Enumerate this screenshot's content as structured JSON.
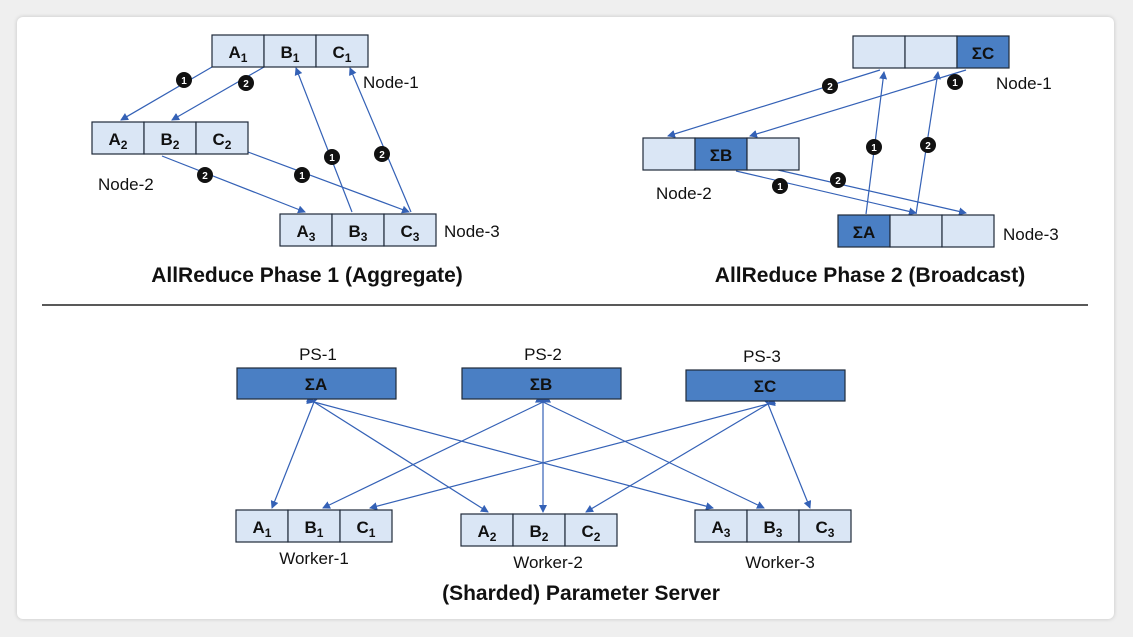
{
  "phase1": {
    "caption": "AllReduce Phase 1 (Aggregate)",
    "node1": {
      "label": "Node-1",
      "cells": [
        {
          "l": "A",
          "s": "1"
        },
        {
          "l": "B",
          "s": "1"
        },
        {
          "l": "C",
          "s": "1"
        }
      ]
    },
    "node2": {
      "label": "Node-2",
      "cells": [
        {
          "l": "A",
          "s": "2"
        },
        {
          "l": "B",
          "s": "2"
        },
        {
          "l": "C",
          "s": "2"
        }
      ]
    },
    "node3": {
      "label": "Node-3",
      "cells": [
        {
          "l": "A",
          "s": "3"
        },
        {
          "l": "B",
          "s": "3"
        },
        {
          "l": "C",
          "s": "3"
        }
      ]
    },
    "badges": [
      "1",
      "2",
      "1",
      "2",
      "2",
      "1"
    ]
  },
  "phase2": {
    "caption": "AllReduce Phase 2 (Broadcast)",
    "node1": {
      "label": "Node-1",
      "cells": [
        "",
        "",
        "ΣC"
      ]
    },
    "node2": {
      "label": "Node-2",
      "cells": [
        "",
        "ΣB",
        ""
      ]
    },
    "node3": {
      "label": "Node-3",
      "cells": [
        "ΣA",
        "",
        ""
      ]
    },
    "badges": [
      "2",
      "1",
      "1",
      "2",
      "1",
      "2"
    ]
  },
  "ps": {
    "caption": "(Sharded) Parameter Server",
    "servers": [
      {
        "label": "PS-1",
        "value": "ΣA"
      },
      {
        "label": "PS-2",
        "value": "ΣB"
      },
      {
        "label": "PS-3",
        "value": "ΣC"
      }
    ],
    "workers": [
      {
        "label": "Worker-1",
        "cells": [
          {
            "l": "A",
            "s": "1"
          },
          {
            "l": "B",
            "s": "1"
          },
          {
            "l": "C",
            "s": "1"
          }
        ]
      },
      {
        "label": "Worker-2",
        "cells": [
          {
            "l": "A",
            "s": "2"
          },
          {
            "l": "B",
            "s": "2"
          },
          {
            "l": "C",
            "s": "2"
          }
        ]
      },
      {
        "label": "Worker-3",
        "cells": [
          {
            "l": "A",
            "s": "3"
          },
          {
            "l": "B",
            "s": "3"
          },
          {
            "l": "C",
            "s": "3"
          }
        ]
      }
    ]
  },
  "colors": {
    "light_cell": "#dae6f5",
    "dark_cell": "#4a7fc4",
    "arrow": "#3461b6"
  }
}
